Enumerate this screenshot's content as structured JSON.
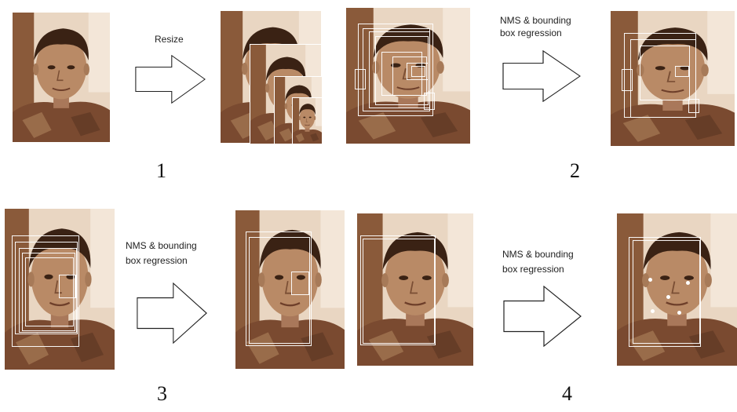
{
  "captions": {
    "resize": "Resize",
    "nms1_line1": "NMS & bounding",
    "nms1_line2": "box regression",
    "nms2_line1": "NMS & bounding",
    "nms2_line2": "box regression",
    "nms3_line1": "NMS & bounding",
    "nms3_line2": "box regression"
  },
  "steps": {
    "s1": "1",
    "s2": "2",
    "s3": "3",
    "s4": "4"
  },
  "colors": {
    "sepia_dark": "#5a3520",
    "sepia_mid": "#9a6a48",
    "sepia_light": "#d9b89a",
    "background": "#ffffff"
  }
}
